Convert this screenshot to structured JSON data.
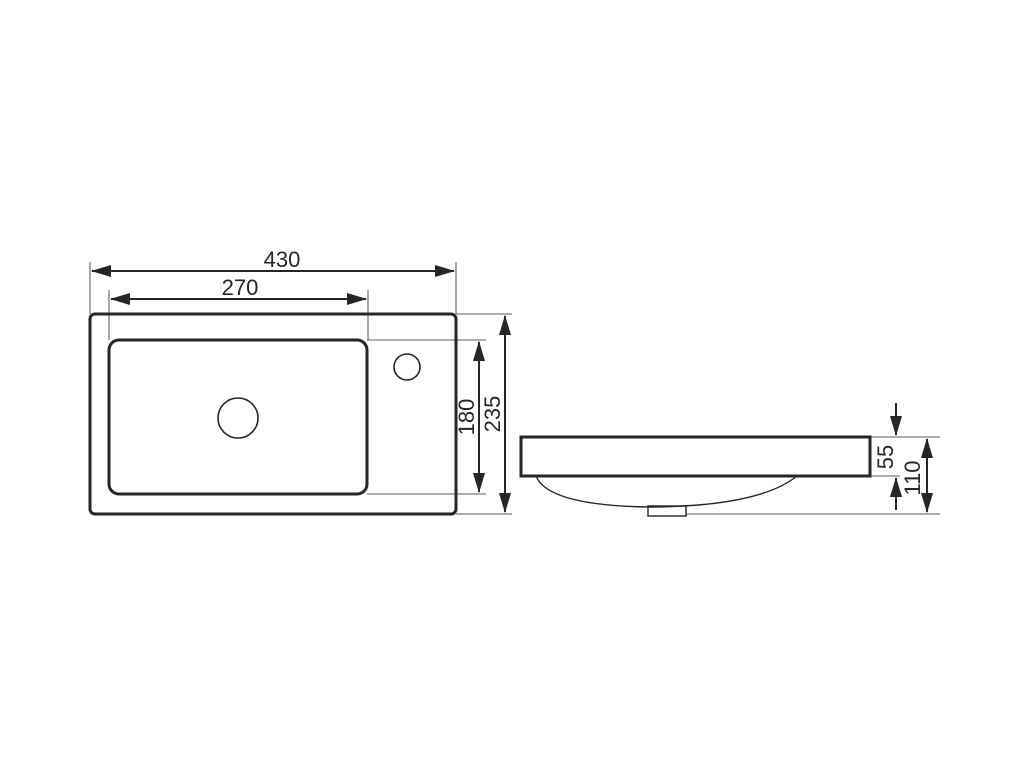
{
  "colors": {
    "line": "#262626",
    "background": "#ffffff"
  },
  "top_view": {
    "overall_width": "430",
    "basin_width": "270",
    "basin_depth": "180",
    "overall_depth": "235"
  },
  "side_view": {
    "rim_height": "55",
    "total_height": "110"
  }
}
